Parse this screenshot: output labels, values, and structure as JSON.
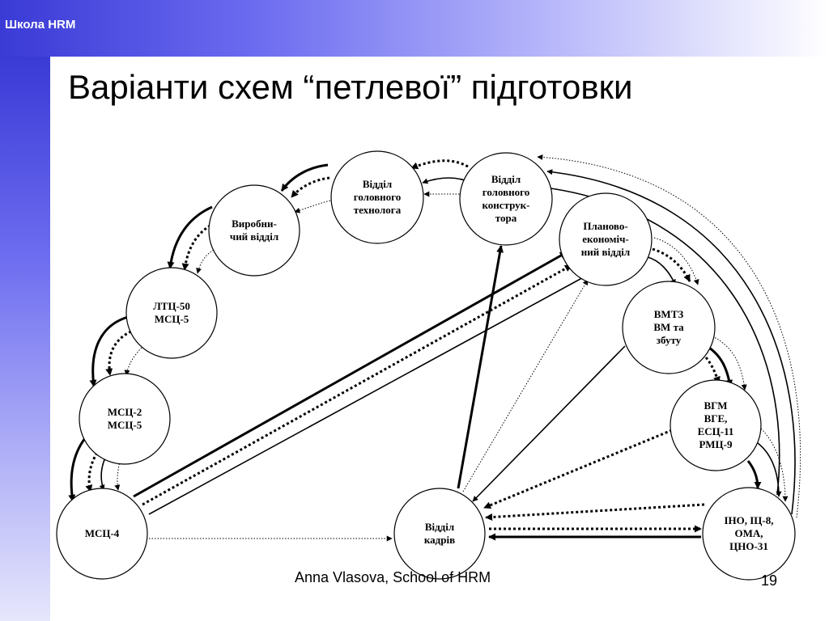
{
  "header": {
    "brand": "Школа HRM"
  },
  "slide": {
    "title": "Варіанти схем “петлевої” підготовки"
  },
  "footer": {
    "author": "Anna Vlasova, School of HRM",
    "page": "19"
  },
  "diagram": {
    "nodes": [
      {
        "id": "n1",
        "lines": [
          "Відділ",
          "головного",
          "технолога"
        ]
      },
      {
        "id": "n2",
        "lines": [
          "Відділ",
          "головного",
          "конструк-",
          "тора"
        ]
      },
      {
        "id": "n3",
        "lines": [
          "Виробни-",
          "чий відділ"
        ]
      },
      {
        "id": "n4",
        "lines": [
          "Планово-",
          "економіч-",
          "ний відділ"
        ]
      },
      {
        "id": "n5",
        "lines": [
          "ЛТЦ-50",
          "МСЦ-5"
        ]
      },
      {
        "id": "n6",
        "lines": [
          "ВМТЗ",
          "ВМ та",
          "збуту"
        ]
      },
      {
        "id": "n7",
        "lines": [
          "МСЦ-2",
          "МСЦ-5"
        ]
      },
      {
        "id": "n8",
        "lines": [
          "ВГМ",
          "ВГЕ,",
          "ЕСЦ-11",
          "РМЦ-9"
        ]
      },
      {
        "id": "n9",
        "lines": [
          "МСЦ-4"
        ]
      },
      {
        "id": "n10",
        "lines": [
          "Відділ",
          "кадрів"
        ]
      },
      {
        "id": "n11",
        "lines": [
          "ІНО, ІЦ-8,",
          "ОМА,",
          "ЦНО-31"
        ]
      }
    ]
  }
}
